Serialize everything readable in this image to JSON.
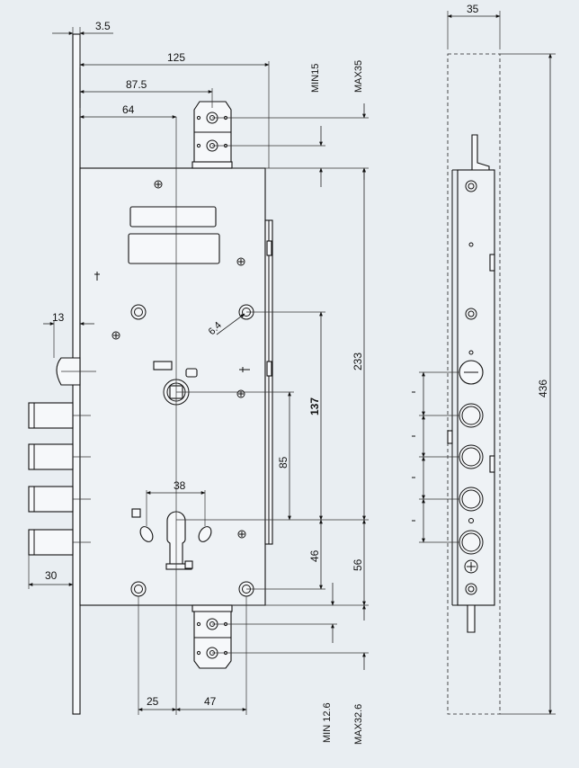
{
  "drawing": {
    "front_view": {
      "dims": {
        "d_3_5": "3.5",
        "d_125": "125",
        "d_87_5": "87.5",
        "d_64": "64",
        "d_min15": "MIN15",
        "d_max35": "MAX35",
        "d_13": "13",
        "d_6_4": "6.4",
        "d_233": "233",
        "d_137": "137",
        "d_85": "85",
        "d_38": "38",
        "d_46": "46",
        "d_56": "56",
        "d_30": "30",
        "d_25": "25",
        "d_47": "47",
        "d_min12_6": "MIN 12.6",
        "d_max32_6": "MAX32.6"
      }
    },
    "side_view": {
      "dims": {
        "d_35": "35",
        "d_436": "436"
      }
    },
    "colors": {
      "background": "#e9eef2",
      "line": "#111111"
    }
  }
}
